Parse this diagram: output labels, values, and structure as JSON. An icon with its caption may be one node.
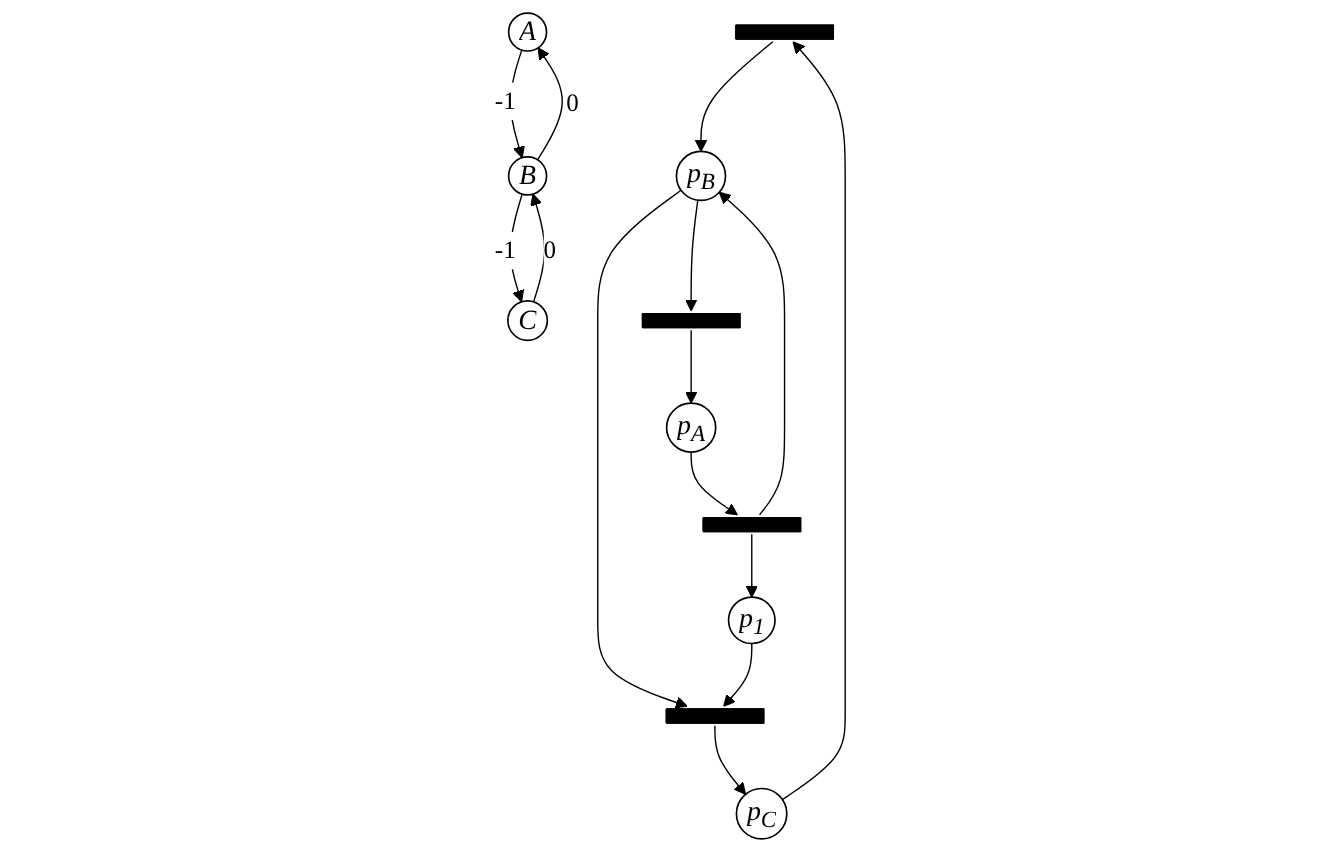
{
  "diagram": {
    "nodes": [
      {
        "text": [
          "A"
        ]
      },
      {
        "text": [
          "B"
        ]
      },
      {
        "text": [
          "C"
        ]
      },
      {
        "text": [],
        "shape": "bar"
      },
      {
        "text": [
          "p$_{A}$"
        ]
      },
      {
        "text": [
          "p$_{B}$"
        ]
      },
      {
        "text": [
          "p$_{C}$"
        ]
      },
      {
        "text": [],
        "shape": "bar"
      },
      {
        "text": [],
        "shape": "bar"
      },
      {
        "text": [],
        "shape": "bar"
      },
      {
        "text": [
          "p$_{1}$"
        ]
      }
    ],
    "edges": [
      {
        "from": 0,
        "to": 1,
        "arrow": "to",
        "label": "-1"
      },
      {
        "from": 1,
        "to": 0,
        "arrow": "to",
        "label": "0"
      },
      {
        "from": 1,
        "to": 2,
        "arrow": "to",
        "label": "-1"
      },
      {
        "from": 2,
        "to": 1,
        "arrow": "to",
        "label": "0"
      },
      {
        "from": 6,
        "to": 3,
        "arrow": "to"
      },
      {
        "from": 3,
        "to": 5,
        "arrow": "to"
      },
      {
        "from": 4,
        "to": 7,
        "arrow": "to"
      },
      {
        "from": 7,
        "to": 5,
        "arrow": "to"
      },
      {
        "from": 7,
        "to": 10,
        "arrow": "to"
      },
      {
        "from": 5,
        "to": 8,
        "arrow": "to"
      },
      {
        "from": 8,
        "to": 4,
        "arrow": "to"
      },
      {
        "from": 5,
        "to": 9,
        "arrow": "to"
      },
      {
        "from": 10,
        "to": 9,
        "arrow": "to"
      },
      {
        "from": 9,
        "to": 6,
        "arrow": "to"
      }
    ]
  }
}
